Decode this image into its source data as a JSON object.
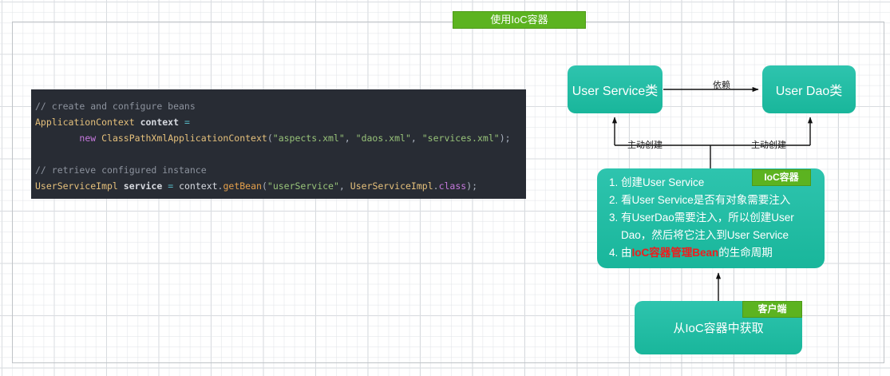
{
  "title_badge": {
    "label": "使用IoC容器"
  },
  "code_block": {
    "lines": [
      {
        "tokens": [
          {
            "t": "// create and configure beans",
            "c": "cm"
          }
        ]
      },
      {
        "tokens": [
          {
            "t": "ApplicationContext",
            "c": "ty"
          },
          {
            "t": " ",
            "c": "pn"
          },
          {
            "t": "context",
            "c": "va"
          },
          {
            "t": " ",
            "c": "pn"
          },
          {
            "t": "=",
            "c": "op"
          }
        ]
      },
      {
        "tokens": [
          {
            "t": "        ",
            "c": "pn"
          },
          {
            "t": "new",
            "c": "kw"
          },
          {
            "t": " ",
            "c": "pn"
          },
          {
            "t": "ClassPathXmlApplicationContext",
            "c": "cl"
          },
          {
            "t": "(",
            "c": "pn"
          },
          {
            "t": "\"aspects.xml\"",
            "c": "st"
          },
          {
            "t": ", ",
            "c": "pn"
          },
          {
            "t": "\"daos.xml\"",
            "c": "st"
          },
          {
            "t": ", ",
            "c": "pn"
          },
          {
            "t": "\"services.xml\"",
            "c": "st"
          },
          {
            "t": ");",
            "c": "pn"
          }
        ]
      },
      {
        "tokens": [
          {
            "t": "",
            "c": "pn"
          }
        ]
      },
      {
        "tokens": [
          {
            "t": "// retrieve configured instance",
            "c": "cm"
          }
        ]
      },
      {
        "tokens": [
          {
            "t": "UserServiceImpl",
            "c": "ty"
          },
          {
            "t": " ",
            "c": "pn"
          },
          {
            "t": "service",
            "c": "va"
          },
          {
            "t": " ",
            "c": "pn"
          },
          {
            "t": "=",
            "c": "op"
          },
          {
            "t": " ",
            "c": "pn"
          },
          {
            "t": "context",
            "c": "pl"
          },
          {
            "t": ".",
            "c": "pn"
          },
          {
            "t": "getBean",
            "c": "fn"
          },
          {
            "t": "(",
            "c": "pn"
          },
          {
            "t": "\"userService\"",
            "c": "st"
          },
          {
            "t": ", ",
            "c": "pn"
          },
          {
            "t": "UserServiceImpl",
            "c": "ty"
          },
          {
            "t": ".",
            "c": "pn"
          },
          {
            "t": "class",
            "c": "kw"
          },
          {
            "t": ");",
            "c": "pn"
          }
        ]
      }
    ]
  },
  "diagram": {
    "nodes": {
      "user_service": {
        "label": "User Service类"
      },
      "user_dao": {
        "label": "User Dao类"
      },
      "ioc": {
        "badge": "IoC容器",
        "steps": [
          {
            "plain_before": "创建User Service",
            "highlight": "",
            "plain_after": ""
          },
          {
            "plain_before": "看User Service是否有对象需要注入",
            "highlight": "",
            "plain_after": ""
          },
          {
            "plain_before": "有UserDao需要注入，所以创建User Dao，然后将它注入到User Service",
            "highlight": "",
            "plain_after": ""
          },
          {
            "plain_before": "由",
            "highlight": "IoC容器管理Bean",
            "plain_after": "的生命周期"
          }
        ]
      },
      "client": {
        "badge": "客户端",
        "label": "从IoC容器中获取"
      }
    },
    "edges": {
      "depend": "依赖",
      "create_left": "主动创建",
      "create_right": "主动创建"
    }
  },
  "colors": {
    "node_fill": "#26bfa5",
    "badge_green": "#5cb320",
    "highlight_red": "#ef1c1c",
    "code_bg": "#282c34"
  }
}
